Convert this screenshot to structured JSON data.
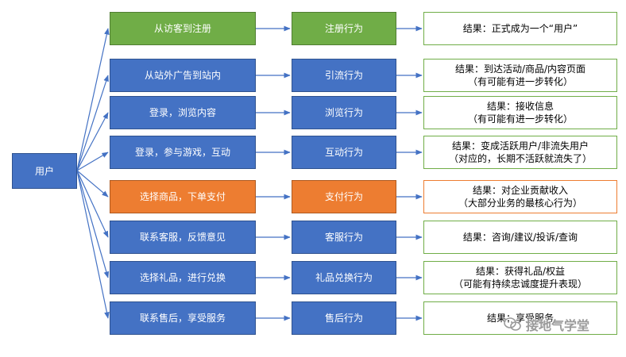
{
  "root": {
    "label": "用户"
  },
  "rows": [
    {
      "action": "从访客到注册",
      "behavior": "注册行为",
      "result": [
        "结果：正式成为一个“用户”"
      ],
      "color": "green"
    },
    {
      "action": "从站外广告到站内",
      "behavior": "引流行为",
      "result": [
        "结果：到达活动/商品/内容页面",
        "（有可能有进一步转化）"
      ],
      "color": "blue"
    },
    {
      "action": "登录，浏览内容",
      "behavior": "浏览行为",
      "result": [
        "结果：接收信息",
        "（有可能有进一步转化）"
      ],
      "color": "blue"
    },
    {
      "action": "登录，参与游戏，互动",
      "behavior": "互动行为",
      "result": [
        "结果：变成活跃用户/非流失用户",
        "（对应的，长期不活跃就流失了）"
      ],
      "color": "blue"
    },
    {
      "action": "选择商品，下单支付",
      "behavior": "支付行为",
      "result": [
        "结果：对企业贡献收入",
        "（大部分业务的最核心行为）"
      ],
      "color": "orange"
    },
    {
      "action": "联系客服，反馈意见",
      "behavior": "客服行为",
      "result": [
        "结果：咨询/建议/投诉/查询"
      ],
      "color": "blue"
    },
    {
      "action": "选择礼品，进行兑换",
      "behavior": "礼品兑换行为",
      "result": [
        "结果：获得礼品/权益",
        "（可能有持续忠诚度提升表现）"
      ],
      "color": "blue"
    },
    {
      "action": "联系售后，享受服务",
      "behavior": "售后行为",
      "result": [
        "结果：享受服务"
      ],
      "color": "blue"
    }
  ],
  "watermark": {
    "text": "接地气学堂",
    "icon": "wechat-icon"
  },
  "colors": {
    "blue": "#4472c4",
    "green": "#70ad47",
    "orange": "#ed7d31",
    "arrow": "#4472c4"
  }
}
